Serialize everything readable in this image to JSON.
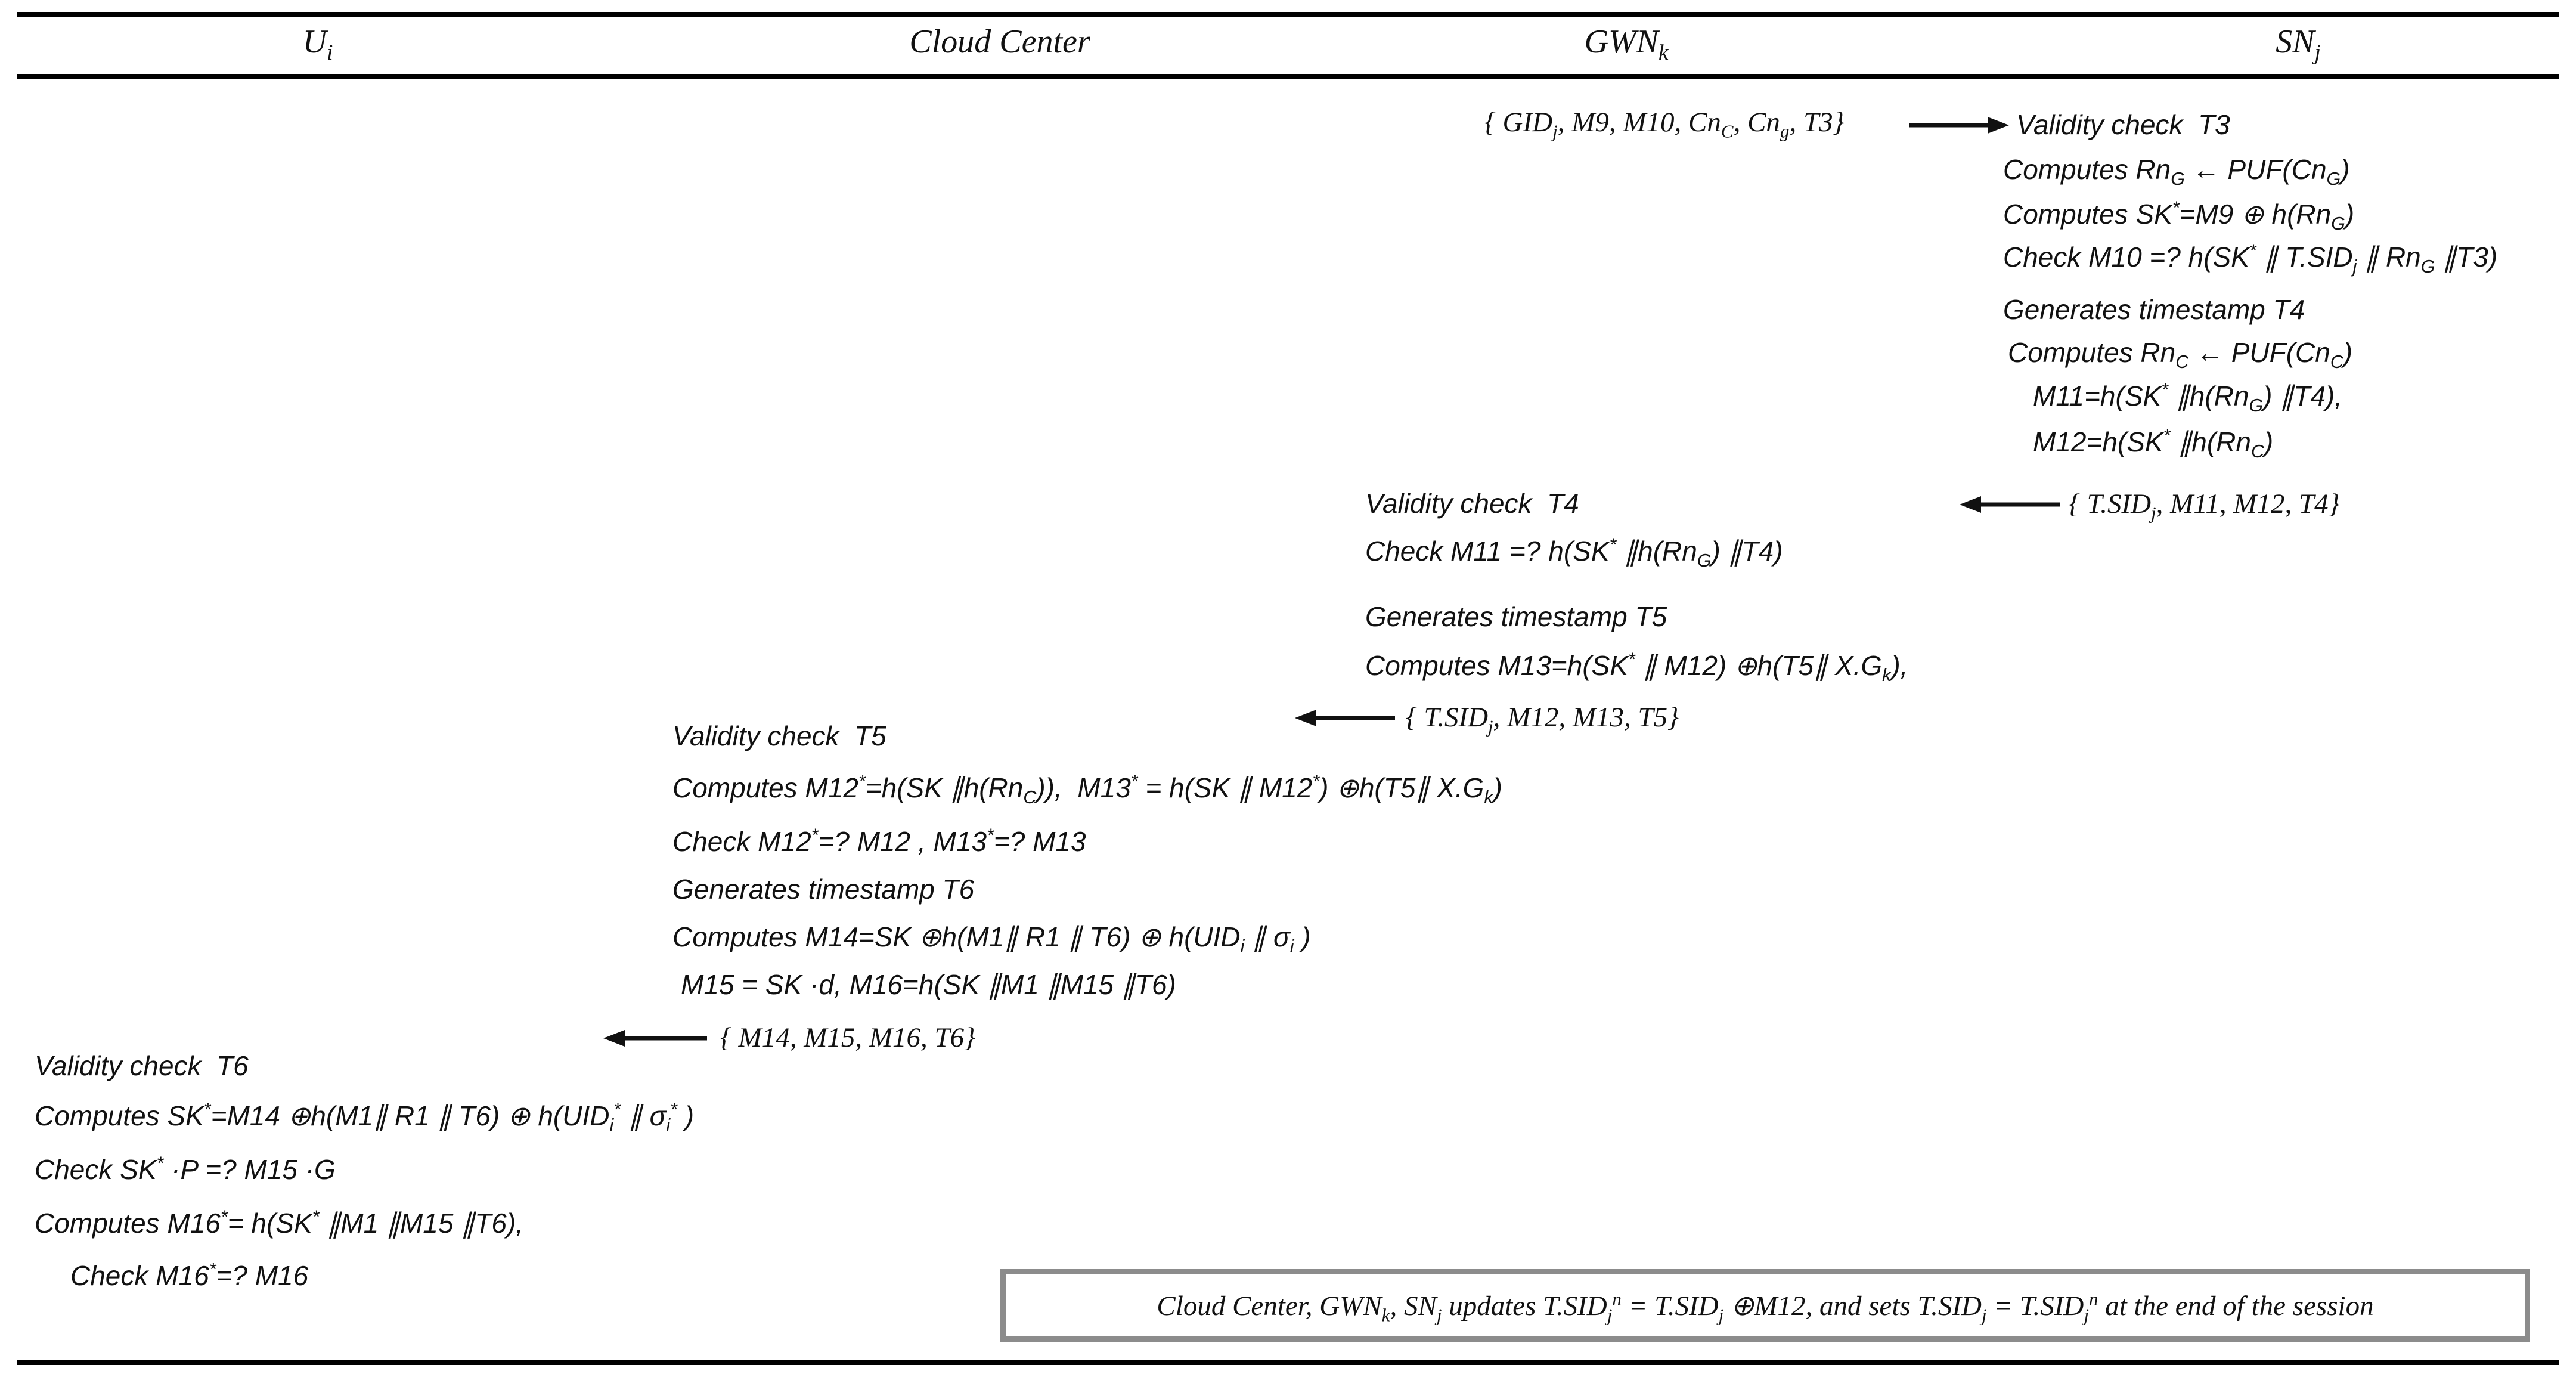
{
  "header": {
    "participants": [
      {
        "label": "U_{i}"
      },
      {
        "label": "Cloud Center"
      },
      {
        "label": "GWN_{k}"
      },
      {
        "label": "SN_{j}"
      }
    ]
  },
  "messages": {
    "m1": {
      "label": "{ GID_{j}, M9, M10, Cn_{C}, Cn_{g}, T3}",
      "direction": "right",
      "from": "GWN_{k}",
      "to": "SN_{j}"
    },
    "m2": {
      "label": "{ T.SID_{j}, M11, M12, T4}",
      "direction": "left",
      "from": "SN_{j}",
      "to": "GWN_{k}"
    },
    "m3": {
      "label": "{ T.SID_{j}, M12, M13, T5}",
      "direction": "left",
      "from": "GWN_{k}",
      "to": "Cloud Center"
    },
    "m4": {
      "label": "{ M14, M15, M16, T6}",
      "direction": "left",
      "from": "Cloud Center",
      "to": "U_{i}"
    }
  },
  "sn_steps": [
    "Validity check  T3",
    "Computes Rn_{G} ← PUF(Cn_{G})",
    "Computes SK^{*}=M9 ⊕ h(Rn_{G})",
    "Check M10 =? h(SK^{*} ∥ T.SID_{j} ∥ Rn_{G} ∥T3)",
    "Generates timestamp T4",
    "Computes Rn_{C} ← PUF(Cn_{C})",
    "M11=h(SK^{*} ∥h(Rn_{G}) ∥T4),",
    "M12=h(SK^{*} ∥h(Rn_{C})"
  ],
  "gwn_steps": [
    "Validity check  T4",
    "Check M11 =? h(SK^{*} ∥h(Rn_{G}) ∥T4)",
    "Generates timestamp T5",
    "Computes M13=h(SK^{*} ∥ M12) ⊕h(T5∥ X.G_{k}),"
  ],
  "cloud_steps": [
    "Validity check  T5",
    "Computes M12^{*}=h(SK ∥h(Rn_{C})),  M13^{*} = h(SK ∥ M12^{*}) ⊕h(T5∥ X.G_{k})",
    "Check M12^{*}=? M12 , M13^{*}=? M13",
    "Generates timestamp T6",
    "Computes M14=SK ⊕h(M1∥ R1 ∥ T6) ⊕ h(UID_{i} ∥ σ_{i} )",
    "M15 = SK ·d, M16=h(SK ∥M1 ∥M15 ∥T6)"
  ],
  "ui_steps": [
    "Validity check  T6",
    "Computes SK^{*}=M14 ⊕h(M1∥ R1 ∥ T6) ⊕ h(UID_{i}^{*} ∥ σ_{i}^{*} )",
    "Check SK^{*} ·P =? M15 ·G",
    "Computes M16^{*}= h(SK^{*} ∥M1 ∥M15 ∥T6),",
    "Check M16^{*}=? M16"
  ],
  "footer_note": "Cloud Center, GWN_{k}, SN_{j} updates T.SID_{j}^{n} = T.SID_{j} ⊕M12, and sets T.SID_{j} = T.SID_{j}^{n} at the end of the session",
  "colors": {
    "text": "#111111",
    "rule": "#000000",
    "box_border": "#8c8c8c"
  }
}
